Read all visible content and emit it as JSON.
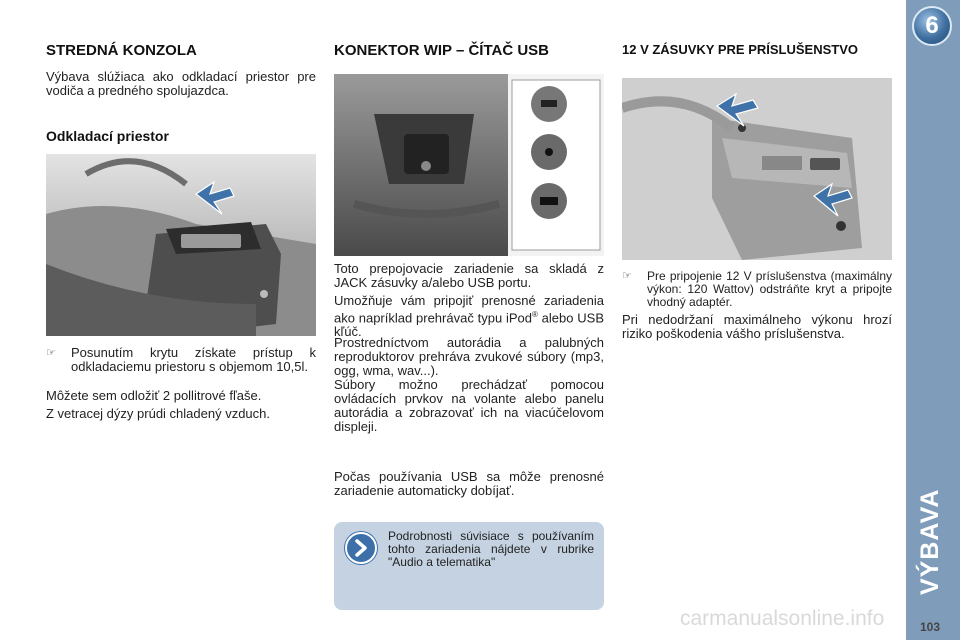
{
  "sidebar": {
    "chapter_number": "6",
    "title": "VÝBAVA",
    "page_number": "103"
  },
  "col1": {
    "heading": "STREDNÁ KONZOLA",
    "intro": "Výbava slúžiaca ako odkladací priestor pre vodiča a predného spolujazdca.",
    "subheading": "Odkladací priestor",
    "bullet": "Posunutím krytu získate prístup k odkladaciemu priestoru s objemom 10,5l.",
    "para1": "Môžete sem odložiť 2 pollitrové fľaše.",
    "para2": "Z vetracej dýzy prúdi chladený vzduch."
  },
  "col2": {
    "heading": "KONEKTOR WIP – ČÍTAČ USB",
    "para1": "Toto prepojovacie zariadenie sa skladá z JACK zásuvky a/alebo USB portu.",
    "para2_a": "Umožňuje vám pripojiť prenosné zariadenia ako napríklad prehrávač typu iPod",
    "para2_sup": "®",
    "para2_b": " alebo USB kľúč.",
    "para3": "Prostredníctvom autorádia a palubných reproduktorov prehráva zvukové súbory (mp3, ogg, wma, wav...).",
    "para4": "Súbory možno prechádzať pomocou ovládacích prvkov na volante alebo panelu autorádia a zobrazovať ich na viacúčelovom displeji.",
    "para5": "Počas používania USB sa môže prenosné zariadenie automaticky dobíjať.",
    "note": "Podrobnosti súvisiace s používaním tohto zariadenia nájdete v rubrike \"Audio a telematika\""
  },
  "col3": {
    "heading": "12 V ZÁSUVKY PRE PRÍSLUŠENSTVO",
    "bullet": "Pre pripojenie 12 V príslušenstva (maximálny výkon: 120 Wattov) odstráňte kryt a pripojte vhodný adaptér.",
    "para1": "Pri nedodržaní maximálneho výkonu hrozí riziko poškodenia vášho príslušenstva."
  },
  "watermark": "carmanualsonline.info",
  "colors": {
    "sidebar": "#7f9dbb",
    "note_bg": "#c4d2e1",
    "arrow": "#3f72a8"
  }
}
